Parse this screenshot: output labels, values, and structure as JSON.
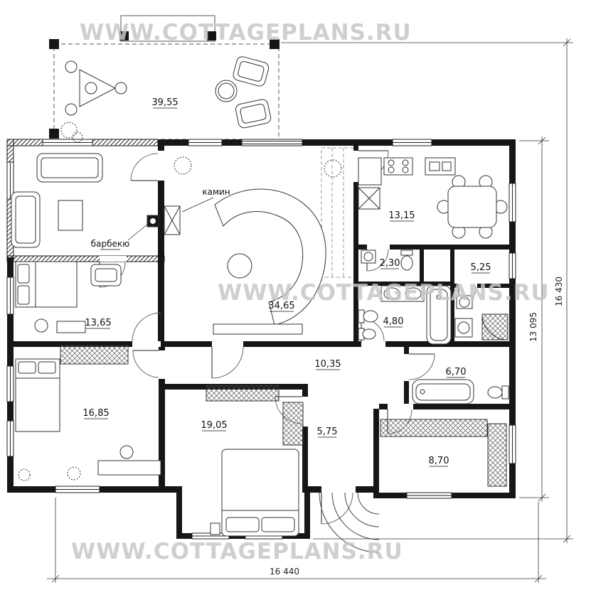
{
  "watermark": {
    "text": "WWW.COTTAGEPLANS.RU"
  },
  "plan": {
    "labels": {
      "fireplace": "камин",
      "barbecue": "барбекю"
    },
    "rooms": {
      "terrace": "39,55",
      "kitchen_dining": "13,15",
      "wc": "2,30",
      "pantry": "5,25",
      "living_room": "34,65",
      "bathroom": "4,80",
      "bedroom_left": "13,65",
      "hallway": "10,35",
      "bathroom_2": "6,70",
      "bedroom_bottom_left": "16,85",
      "bedroom_master": "19,05",
      "corridor": "5,75",
      "dressing_room": "8,70"
    },
    "dimensions": {
      "overall_width": "16 440",
      "main_depth": "13 095",
      "overall_depth": "16 430"
    }
  }
}
